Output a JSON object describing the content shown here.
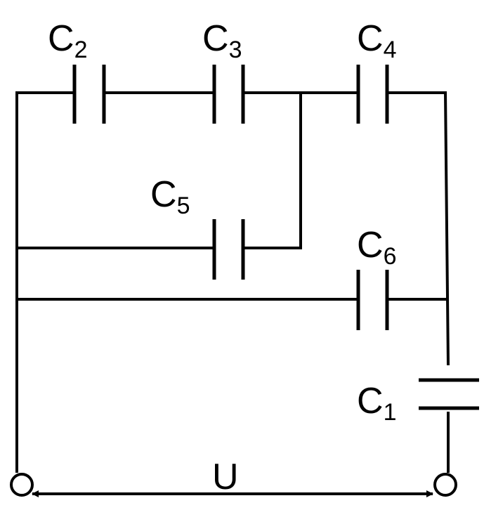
{
  "capacitors": [
    {
      "id": "c2",
      "letter": "C",
      "sub": "2"
    },
    {
      "id": "c3",
      "letter": "C",
      "sub": "3"
    },
    {
      "id": "c4",
      "letter": "C",
      "sub": "4"
    },
    {
      "id": "c5",
      "letter": "C",
      "sub": "5"
    },
    {
      "id": "c6",
      "letter": "C",
      "sub": "6"
    },
    {
      "id": "c1",
      "letter": "C",
      "sub": "1"
    }
  ],
  "voltage": {
    "label": "U"
  }
}
